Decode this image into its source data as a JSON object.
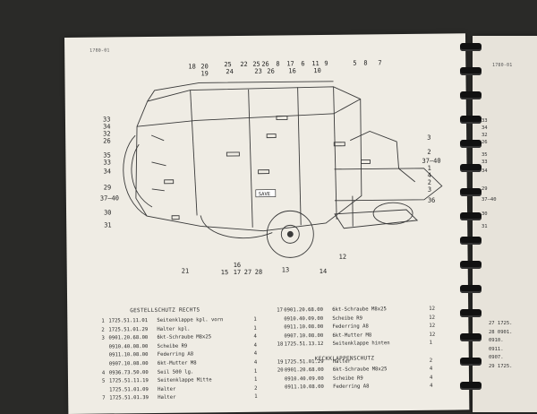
{
  "page": {
    "header_code": "1780-01",
    "next_header_code": "1780-01"
  },
  "diagram": {
    "callouts_top": [
      "18",
      "20",
      "25",
      "22",
      "25",
      "26",
      "8",
      "17",
      "6",
      "11",
      "9",
      "5",
      "8",
      "7"
    ],
    "callouts_top2": [
      "19",
      "24",
      "23",
      "26",
      "16",
      "10"
    ],
    "callouts_left": [
      "33",
      "34",
      "32",
      "26",
      "35",
      "33",
      "34",
      "29",
      "37–40",
      "30",
      "31"
    ],
    "callouts_right": [
      "3",
      "2",
      "37–40",
      "1",
      "4",
      "2",
      "3",
      "36"
    ],
    "callouts_bottom": [
      "21",
      "15",
      "16",
      "17",
      "27",
      "28",
      "13",
      "14",
      "12"
    ],
    "tag_text": "SAVE"
  },
  "sections": {
    "left_title": "GESTELLSCHUTZ RECHTS",
    "right_title": "KECKKLAPPENSCHUTZ"
  },
  "parts_left": [
    {
      "pos": "1",
      "num": "1725.51.11.01",
      "desc": "Seitenklappe kpl. vorn",
      "qty": "1"
    },
    {
      "pos": "2",
      "num": "1725.51.01.29",
      "desc": "Halter kpl.",
      "qty": "1"
    },
    {
      "pos": "3",
      "num": "0901.20.68.00",
      "desc": "6kt-Schraube M8x25",
      "qty": "4"
    },
    {
      "pos": "",
      "num": "0910.40.08.00",
      "desc": "Scheibe R9",
      "qty": "4"
    },
    {
      "pos": "",
      "num": "0911.10.08.00",
      "desc": "Federring A8",
      "qty": "4"
    },
    {
      "pos": "",
      "num": "0907.10.08.00",
      "desc": "6kt-Mutter M8",
      "qty": "4"
    },
    {
      "pos": "4",
      "num": "0936.73.50.00",
      "desc": "Seil 500 lg.",
      "qty": "1"
    },
    {
      "pos": "5",
      "num": "1725.51.11.19",
      "desc": "Seitenklappe      Mitte",
      "qty": "1"
    },
    {
      "pos": "",
      "num": "1725.51.01.09",
      "desc": "Halter",
      "qty": "2"
    },
    {
      "pos": "7",
      "num": "1725.51.01.39",
      "desc": "Halter",
      "qty": "1"
    }
  ],
  "parts_right": [
    {
      "pos": "17",
      "num": "0901.20.68.00",
      "desc": "6kt-Schraube M8x25",
      "qty": "12"
    },
    {
      "pos": "",
      "num": "0910.40.09.00",
      "desc": "Scheibe R9",
      "qty": "12"
    },
    {
      "pos": "",
      "num": "0911.10.08.00",
      "desc": "Federring A8",
      "qty": "12"
    },
    {
      "pos": "",
      "num": "0907.10.08.00",
      "desc": "6kt-Mutter M8",
      "qty": "12"
    },
    {
      "pos": "18",
      "num": "1725.51.13.12",
      "desc": "Seitenklappe      hinten",
      "qty": "1"
    },
    {
      "pos": "",
      "num": "",
      "desc": "",
      "qty": ""
    },
    {
      "pos": "19",
      "num": "1725.51.01.29",
      "desc": "Halter",
      "qty": "2"
    },
    {
      "pos": "20",
      "num": "0901.20.68.00",
      "desc": "6kt-Schraube M8x25",
      "qty": "4"
    },
    {
      "pos": "",
      "num": "0910.40.09.00",
      "desc": "Scheibe R9",
      "qty": "4"
    },
    {
      "pos": "",
      "num": "0911.10.08.00",
      "desc": "Federring A8",
      "qty": "4"
    }
  ],
  "next_page": {
    "callouts": [
      "33",
      "34",
      "32",
      "26",
      "35",
      "33",
      "34",
      "29",
      "37–40",
      "30",
      "31"
    ],
    "rows": [
      {
        "pos": "27",
        "num": "1725."
      },
      {
        "pos": "28",
        "num": "0901."
      },
      {
        "pos": "",
        "num": "0910."
      },
      {
        "pos": "",
        "num": "0911."
      },
      {
        "pos": "",
        "num": "0907."
      },
      {
        "pos": "29",
        "num": "1725."
      }
    ]
  }
}
